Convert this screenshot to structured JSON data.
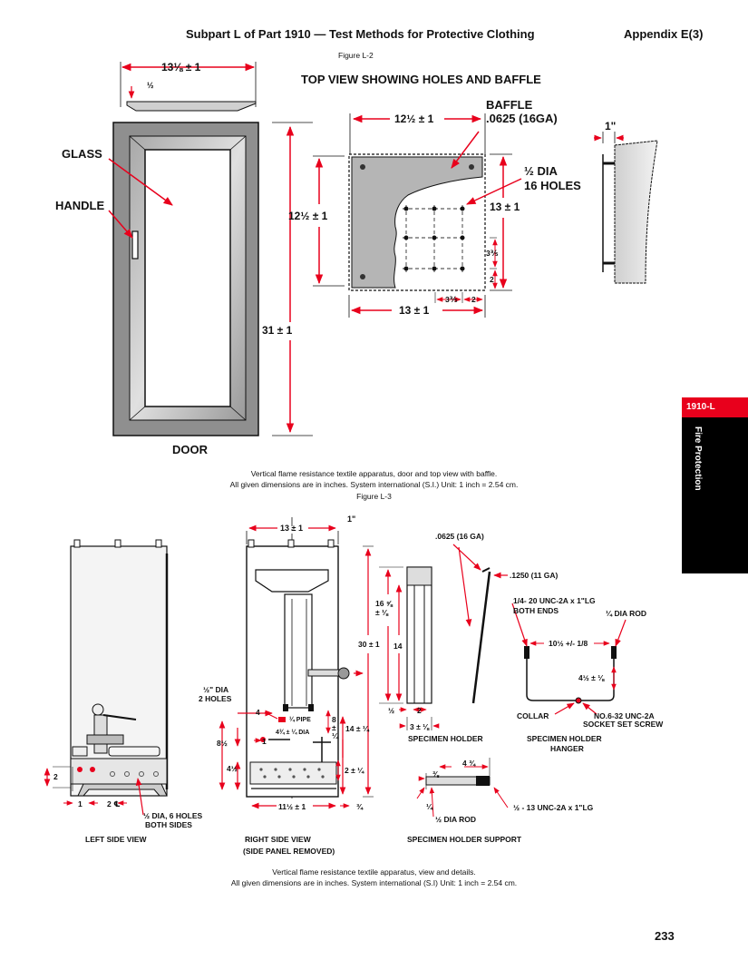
{
  "header": {
    "title": "Subpart L of Part 1910 — Test Methods for Protective Clothing",
    "appendix": "Appendix E(3)"
  },
  "figure_top": {
    "figure_label": "Figure L-2",
    "view_title": "TOP VIEW SHOWING HOLES AND BAFFLE",
    "labels": {
      "glass": "GLASS",
      "handle": "HANDLE",
      "door": "DOOR",
      "baffle": "BAFFLE",
      "baffle_gauge": ".0625 (16GA)",
      "holes_dia": "½ DIA",
      "holes_count": "16 HOLES"
    },
    "dimensions": {
      "door_top_width": "13⅛ ± 1",
      "door_top_lip": "½",
      "door_height": "31 ± 1",
      "baffle_width": "12½ ± 1",
      "baffle_height": "12½ ± 1",
      "plate_height": "13 ± 1",
      "plate_width": "13 ± 1",
      "hole_spacing_v": "3⅗",
      "hole_edge_v": "2",
      "hole_spacing_h": "3⅗",
      "hole_edge_h": "2",
      "side_width": "1\""
    },
    "caption_line1": "Vertical flame resistance textile apparatus, door and top view with baffle.",
    "caption_line2": "All given dimensions are in inches. System international (S.I.) Unit: 1 inch = 2.54 cm."
  },
  "figure_bottom": {
    "figure_label": "Figure L-3",
    "labels": {
      "left_side_view": "LEFT SIDE VIEW",
      "right_side_view": "RIGHT SIDE VIEW",
      "side_panel_removed": "(SIDE PANEL REMOVED)",
      "specimen_holder": "SPECIMEN HOLDER",
      "specimen_holder_hanger_1": "SPECIMEN HOLDER",
      "specimen_holder_hanger_2": "HANGER",
      "specimen_holder_support": "SPECIMEN HOLDER SUPPORT",
      "gauge_16": ".0625 (16 GA)",
      "gauge_11": ".1250 (11 GA)",
      "unc_1": "1/4- 20 UNC-2A x 1\"LG",
      "unc_1b": "BOTH ENDS",
      "rod": "¼ DIA ROD",
      "collar": "COLLAR",
      "screw_1": "NO.6-32 UNC-2A",
      "screw_2": "SOCKET SET SCREW",
      "holes_1": "½\" DIA",
      "holes_2": "2 HOLES",
      "pipe": "¼ PIPE",
      "pipe_dia": "4¾ ± ¼ DIA",
      "six_holes_1": "½ DIA, 6 HOLES",
      "six_holes_2": "BOTH SIDES",
      "unc_2": "½ - 13 UNC-2A x 1\"LG",
      "half_rod": "½ DIA ROD"
    },
    "dimensions": {
      "cabinet_width": "13 ± 1",
      "top_offset": "1\"",
      "cabinet_height": "30 ± 1",
      "holder_len": "16 ⅝",
      "holder_tol": "± ⅛",
      "holder_inner": "14",
      "holder_half": "½",
      "holder_two": "2",
      "holder_bottom": "3 ± ⅛",
      "hanger_span": "10½ +/- 1/8",
      "hanger_depth": "4½ ± ⅛",
      "rs_4": "4",
      "rs_8half": "8½",
      "rs_4half": "4½",
      "rs_1": "1",
      "rs_8": "8",
      "rs_pm": "±",
      "rs_quarter": "¼",
      "rs_14": "14 ± ¼",
      "rs_2": "2 ± ¼",
      "rs_bottom": "11½ ± 1",
      "rs_3q": "¾",
      "ls_2": "2",
      "ls_1": "1",
      "ls_2c": "2 ℄",
      "sup_len": "4 ¾",
      "sup_3_8": "⅜",
      "sup_quarter": "¼"
    },
    "caption_line1": "Vertical flame resistance textile apparatus, view and details.",
    "caption_line2": "All given dimensions are in inches. System international (S.I) Unit: 1 inch = 2.54 cm."
  },
  "side_tab": {
    "code": "1910-L",
    "topic": "Fire Protection"
  },
  "page_number": "233",
  "colors": {
    "accent": "#e8001c",
    "ink": "#111111",
    "panel": "#9c9c9c"
  }
}
